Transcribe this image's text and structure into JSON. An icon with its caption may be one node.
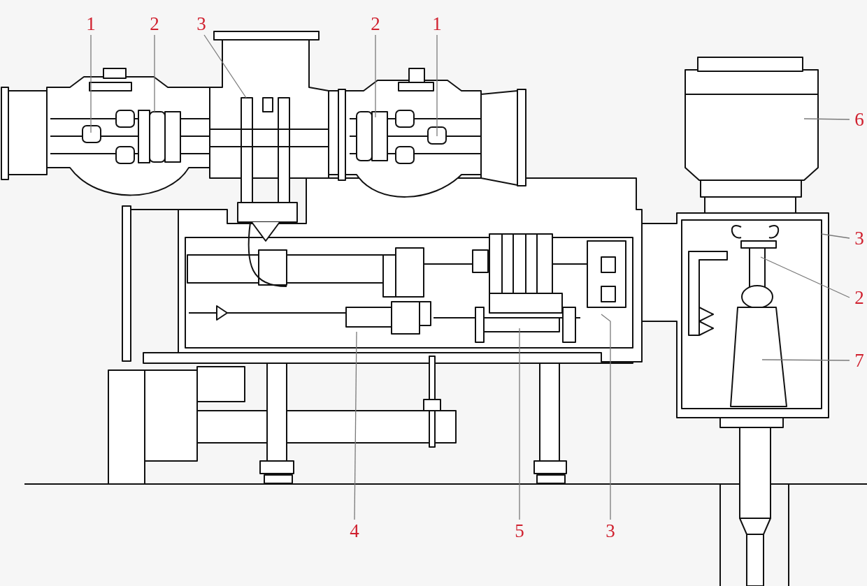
{
  "diagram": {
    "nodes": [
      {
        "text": [
          "1"
        ]
      },
      {
        "text": [
          "2"
        ]
      },
      {
        "text": [
          "3"
        ]
      },
      {
        "text": [
          "2"
        ]
      },
      {
        "text": [
          "1"
        ]
      },
      {
        "text": [
          "6"
        ]
      },
      {
        "text": [
          "3"
        ]
      },
      {
        "text": [
          "2"
        ]
      },
      {
        "text": [
          "7"
        ]
      },
      {
        "text": [
          "4"
        ]
      },
      {
        "text": [
          "5"
        ]
      },
      {
        "text": [
          "3"
        ]
      }
    ],
    "edges": [
      {
        "from": 0,
        "to": null,
        "arrow": "none"
      },
      {
        "from": 1,
        "to": null,
        "arrow": "none"
      },
      {
        "from": 2,
        "to": null,
        "arrow": "none"
      },
      {
        "from": 3,
        "to": null,
        "arrow": "none"
      },
      {
        "from": 4,
        "to": null,
        "arrow": "none"
      },
      {
        "from": 5,
        "to": null,
        "arrow": "none"
      },
      {
        "from": 6,
        "to": null,
        "arrow": "none"
      },
      {
        "from": 7,
        "to": null,
        "arrow": "none"
      },
      {
        "from": 8,
        "to": null,
        "arrow": "none"
      },
      {
        "from": 9,
        "to": null,
        "arrow": "none"
      },
      {
        "from": 10,
        "to": null,
        "arrow": "none"
      },
      {
        "from": 11,
        "to": null,
        "arrow": "none"
      }
    ]
  }
}
